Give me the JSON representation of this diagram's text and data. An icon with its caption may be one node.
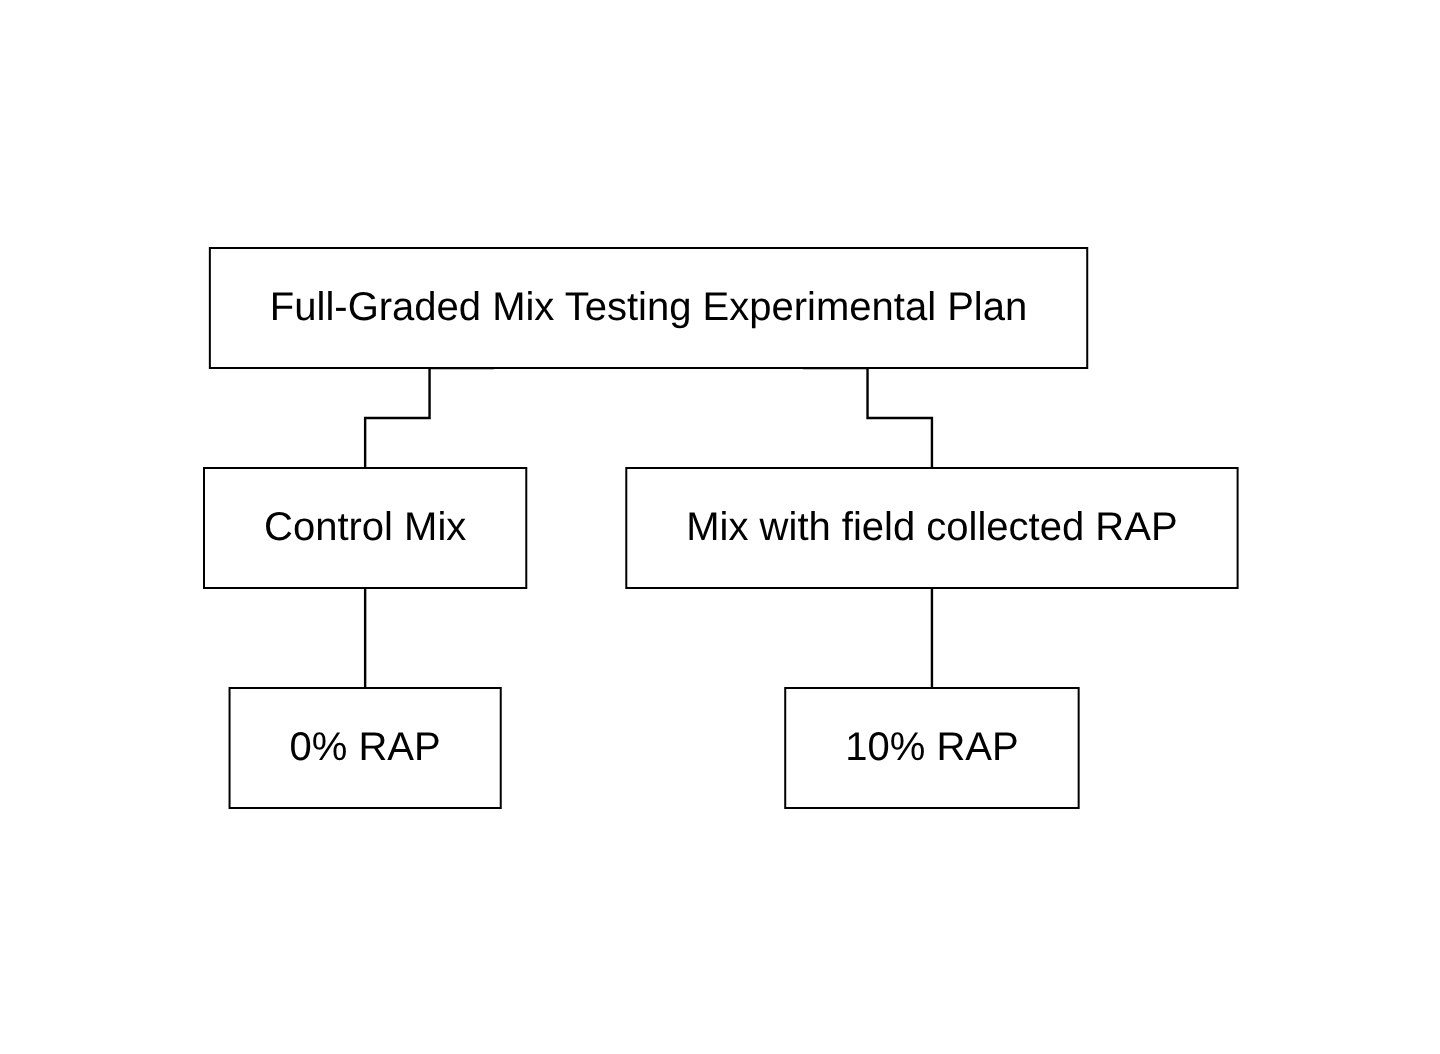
{
  "diagram": {
    "nodes": [
      {
        "text": [
          "Full-Graded Mix Testing Experimental Plan"
        ]
      },
      {
        "text": [
          "Control Mix"
        ]
      },
      {
        "text": [
          "Mix with field collected RAP"
        ]
      },
      {
        "text": [
          "0% RAP"
        ]
      },
      {
        "text": [
          "10% RAP"
        ]
      }
    ],
    "edges": [
      {
        "from": 0,
        "to": 1,
        "arrow": "none"
      },
      {
        "from": 0,
        "to": 2,
        "arrow": "none"
      },
      {
        "from": 1,
        "to": 3,
        "arrow": "none"
      },
      {
        "from": 2,
        "to": 4,
        "arrow": "none"
      }
    ]
  }
}
